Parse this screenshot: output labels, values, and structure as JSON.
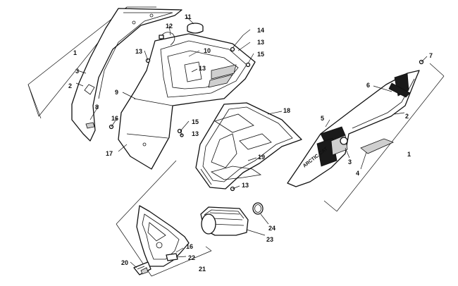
{
  "callouts": [
    "1",
    "2",
    "3",
    "8",
    "16",
    "17",
    "9",
    "13",
    "12",
    "11",
    "10",
    "13",
    "14",
    "13",
    "15",
    "15",
    "13",
    "18",
    "19",
    "13",
    "7",
    "6",
    "2",
    "5",
    "3",
    "4",
    "1",
    "24",
    "23",
    "16",
    "22",
    "20",
    "21"
  ],
  "decal_text": "ARCTIC CAT",
  "colors": {
    "line": "#111111",
    "decal": "#1a1a1a",
    "background": "#ffffff"
  }
}
